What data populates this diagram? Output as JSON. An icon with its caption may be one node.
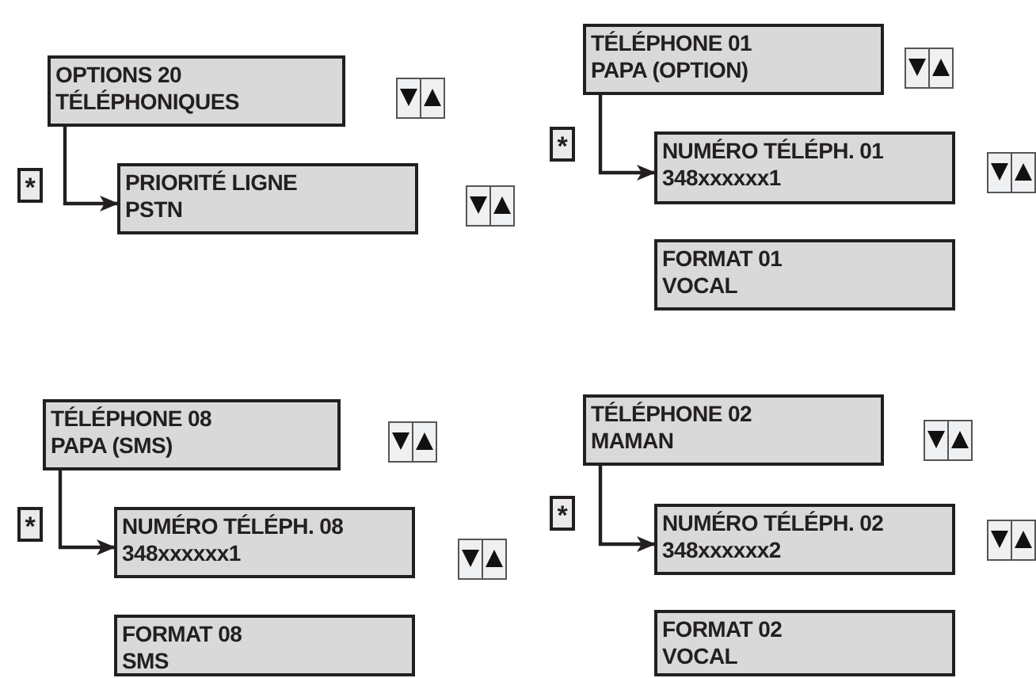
{
  "diagram": {
    "nodes": [
      {
        "text": [
          "OPTIONS 20",
          "TÉLÉPHONIQUES"
        ]
      },
      {
        "text": [
          "PRIORITÉ LIGNE",
          "PSTN"
        ]
      },
      {
        "text": [
          "TÉLÉPHONE 01",
          "PAPA (OPTION)"
        ]
      },
      {
        "text": [
          "NUMÉRO TÉLÉPH. 01",
          "348xxxxxx1"
        ]
      },
      {
        "text": [
          "FORMAT 01",
          "VOCAL"
        ]
      },
      {
        "text": [
          "TÉLÉPHONE 08",
          "PAPA (SMS)"
        ]
      },
      {
        "text": [
          "NUMÉRO TÉLÉPH. 08",
          "348xxxxxx1"
        ]
      },
      {
        "text": [
          "FORMAT 08",
          "SMS"
        ]
      },
      {
        "text": [
          "TÉLÉPHONE 02",
          "MAMAN"
        ]
      },
      {
        "text": [
          "NUMÉRO TÉLÉPH. 02",
          "348xxxxxx2"
        ]
      },
      {
        "text": [
          "FORMAT 02",
          "VOCAL"
        ]
      }
    ],
    "edges": [
      {
        "from": 0,
        "to": 1,
        "arrow": "to"
      },
      {
        "from": 2,
        "to": 3,
        "arrow": "to"
      },
      {
        "from": 5,
        "to": 6,
        "arrow": "to"
      },
      {
        "from": 8,
        "to": 9,
        "arrow": "to"
      }
    ],
    "labels": [
      "*",
      "*",
      "*",
      "*"
    ]
  }
}
